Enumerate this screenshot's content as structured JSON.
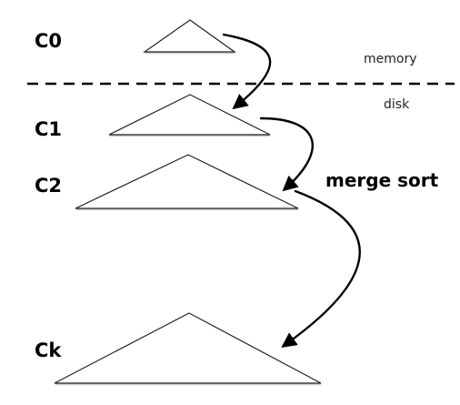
{
  "levels": [
    {
      "label": "C0"
    },
    {
      "label": "C1"
    },
    {
      "label": "C2"
    },
    {
      "label": "Ck"
    }
  ],
  "zones": {
    "memory": "memory",
    "disk": "disk"
  },
  "operation": "merge sort"
}
